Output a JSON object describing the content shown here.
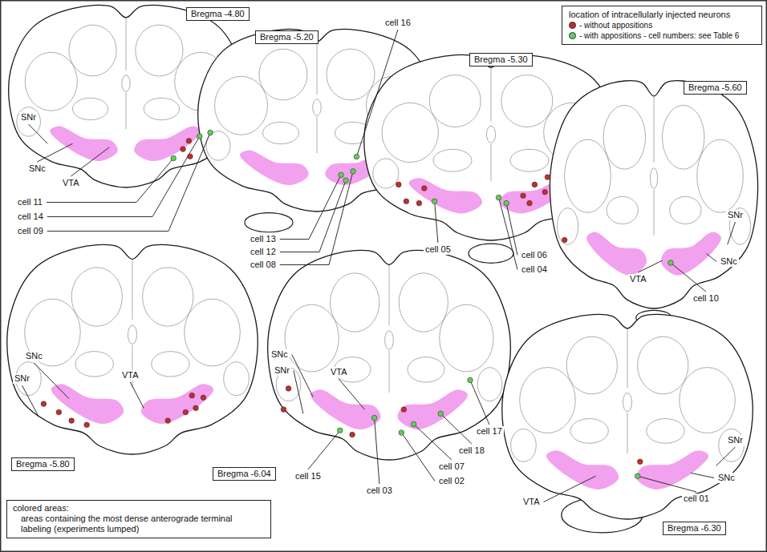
{
  "diagram": {
    "nodes": [
      {
        "text": [
          "Bregma -4.80"
        ]
      },
      {
        "text": [
          "location of intracellularly injected neurons"
        ]
      },
      {
        "text": [
          "Bregma -5.20"
        ]
      },
      {
        "text": [
          "Bregma -5.30"
        ]
      },
      {
        "text": [
          "Bregma -5.60"
        ]
      },
      {
        "text": [
          "Bregma -5.80"
        ]
      },
      {
        "text": [
          "Bregma -6.04"
        ]
      },
      {
        "text": [
          "colored areas:",
          "areas containing the most dense anterograde terminal labeling (experiments lumped)"
        ]
      },
      {
        "text": [
          "Bregma -6.30"
        ]
      }
    ],
    "labels": [
      "SNr",
      "SNc",
      "VTA",
      "cell 11",
      "cell 14",
      "cell 09",
      "cell 16",
      "cell 13",
      "cell 12",
      "cell 08",
      "cell 05",
      "cell 06",
      "cell 04",
      "SNr",
      "SNc",
      "VTA",
      "cell 10",
      "SNc",
      "SNr",
      "VTA",
      "SNc",
      "SNr",
      "VTA",
      "cell 15",
      "cell 03",
      "cell 02",
      "cell 07",
      "cell 18",
      "cell 17",
      "SNr",
      "SNc",
      "VTA",
      "cell 01"
    ],
    "legend": [
      {
        "text": "- without appositions",
        "color": "#c62b2b"
      },
      {
        "text": "- with appositions - cell numbers: see Table 6",
        "color": "#5fcf55"
      }
    ]
  }
}
